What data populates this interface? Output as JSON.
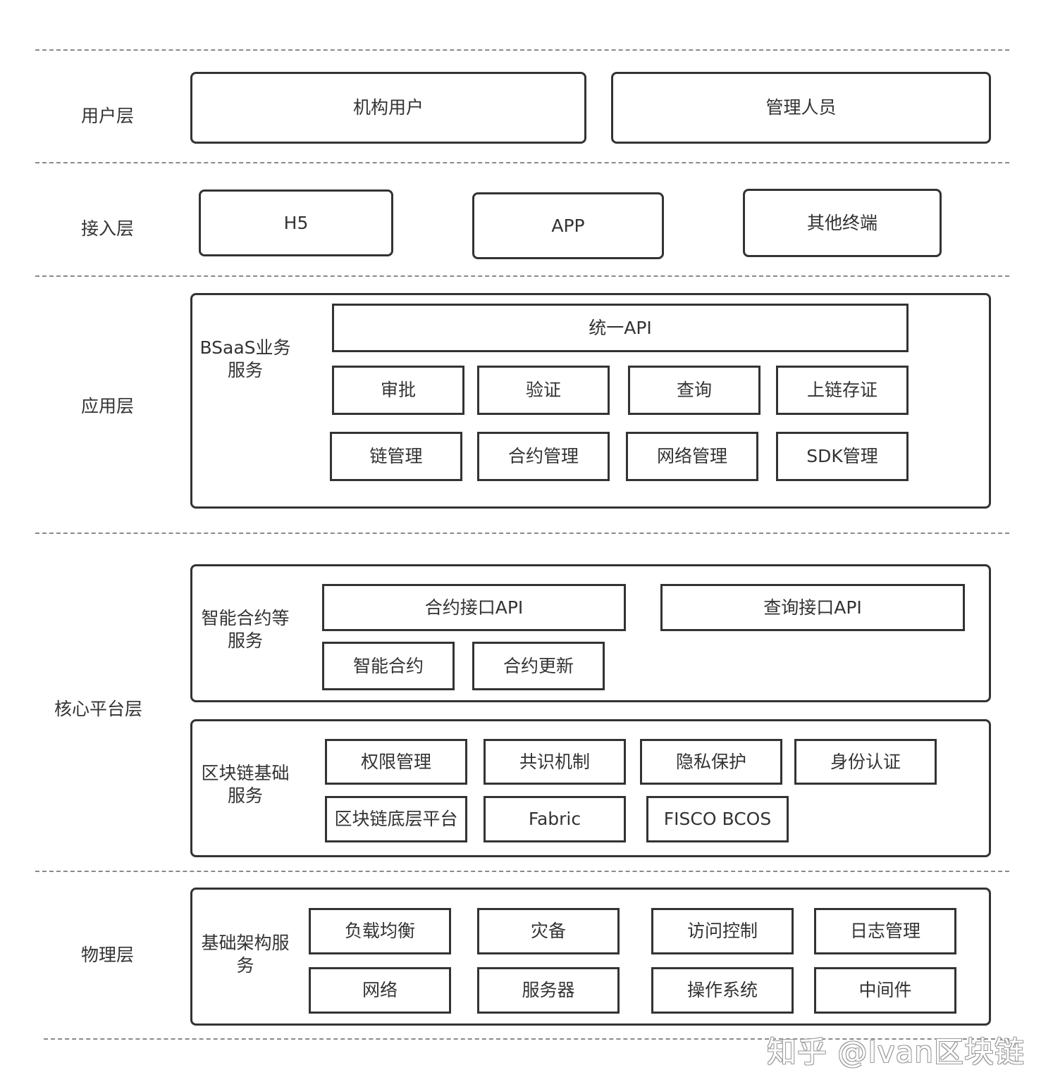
{
  "layers": {
    "user": "用户层",
    "access": "接入层",
    "app": "应用层",
    "core": "核心平台层",
    "physical": "物理层"
  },
  "user_layer": {
    "org_user": "机构用户",
    "admin": "管理人员"
  },
  "access_layer": {
    "h5": "H5",
    "app": "APP",
    "other": "其他终端"
  },
  "app_layer": {
    "group_label": "BSaaS业务服务",
    "unified_api": "统一API",
    "row1": [
      "审批",
      "验证",
      "查询",
      "上链存证"
    ],
    "row2": [
      "链管理",
      "合约管理",
      "网络管理",
      "SDK管理"
    ]
  },
  "core_contract": {
    "group_label": "智能合约等服务",
    "contract_api": "合约接口API",
    "query_api": "查询接口API",
    "smart_contract": "智能合约",
    "contract_update": "合约更新"
  },
  "core_chain": {
    "group_label": "区块链基础服务",
    "row1": [
      "权限管理",
      "共识机制",
      "隐私保护",
      "身份认证"
    ],
    "row2": [
      "区块链底层平台",
      "Fabric",
      "FISCO BCOS"
    ]
  },
  "physical_layer": {
    "group_label": "基础架构服务",
    "row1": [
      "负载均衡",
      "灾备",
      "访问控制",
      "日志管理"
    ],
    "row2": [
      "网络",
      "服务器",
      "操作系统",
      "中间件"
    ]
  },
  "watermark": "知乎 @Ivan区块链"
}
